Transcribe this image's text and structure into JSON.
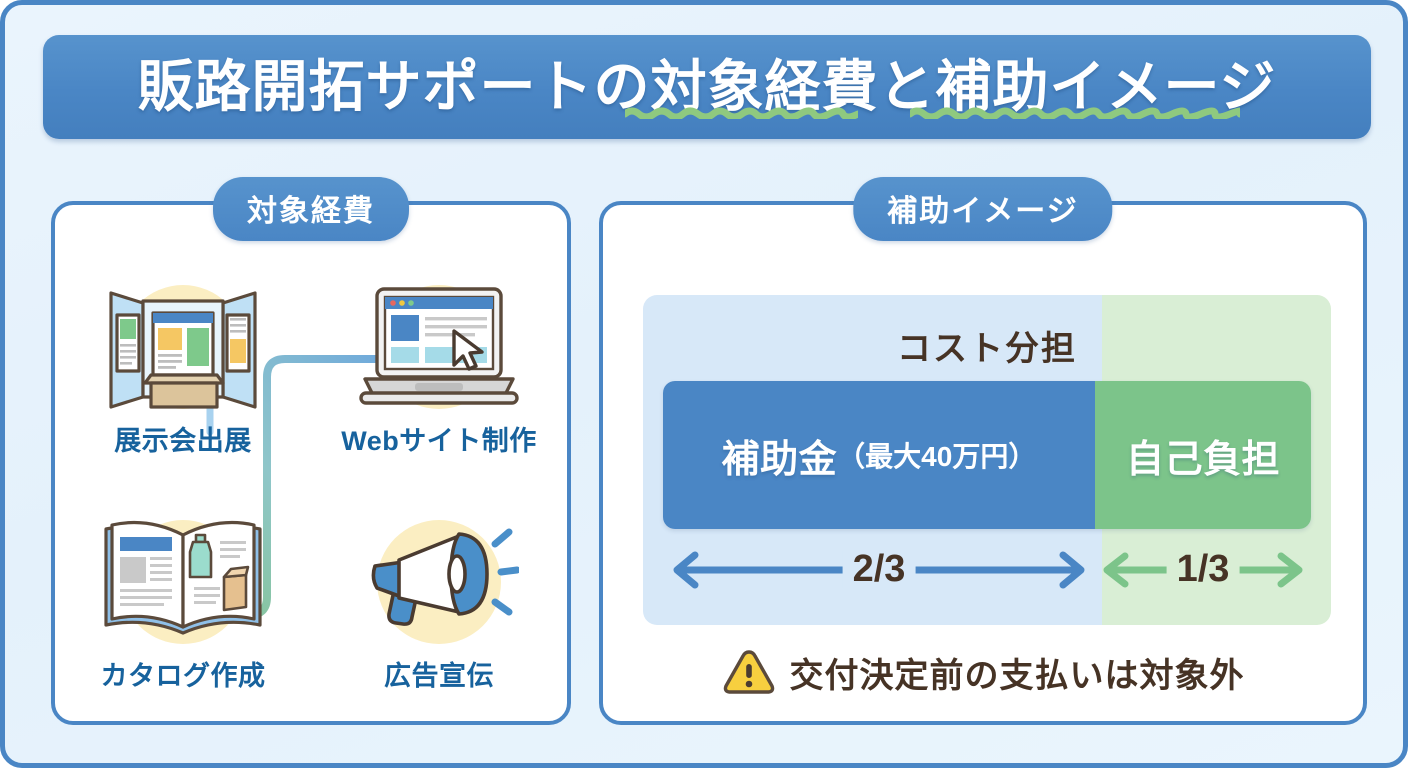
{
  "title": {
    "text": "販路開拓サポートの対象経費と補助イメージ",
    "underline_color": "#8fc97f",
    "banner_color": "#4a86c5"
  },
  "panels": {
    "left": {
      "badge": "対象経費",
      "items": [
        {
          "label": "展示会出展",
          "icon": "exhibition-booth-icon"
        },
        {
          "label": "Webサイト制作",
          "icon": "laptop-website-icon"
        },
        {
          "label": "カタログ作成",
          "icon": "open-catalog-icon"
        },
        {
          "label": "広告宣伝",
          "icon": "megaphone-icon"
        }
      ]
    },
    "right": {
      "badge": "補助イメージ",
      "cost_title": "コスト分担",
      "bar": {
        "subsidy_label": "補助金",
        "subsidy_sub_label": "（最大40万円）",
        "self_label": "自己負担",
        "subsidy_color": "#4a86c5",
        "self_color": "#7cc48a",
        "subsidy_share": "2/3",
        "self_share": "1/3"
      },
      "note": {
        "icon": "warning-triangle-icon",
        "text": "交付決定前の支払いは対象外",
        "icon_color": "#f7cf3f"
      }
    }
  }
}
